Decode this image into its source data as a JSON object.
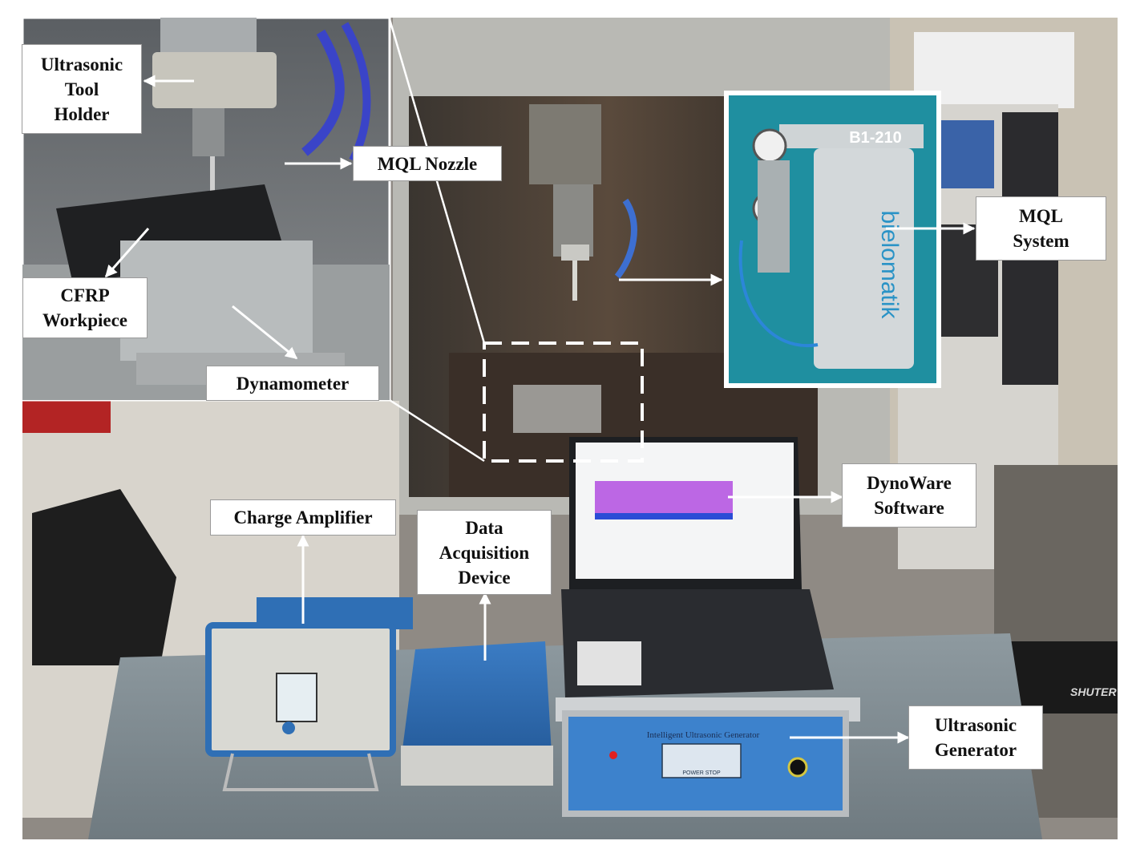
{
  "labels": {
    "ultrasonic_tool_holder": [
      "Ultrasonic",
      "Tool",
      "Holder"
    ],
    "mql_nozzle": [
      "MQL Nozzle"
    ],
    "cfrp_workpiece": [
      "CFRP",
      "Workpiece"
    ],
    "dynamometer": [
      "Dynamometer"
    ],
    "mql_system": [
      "MQL",
      "System"
    ],
    "dynoware_software": [
      "DynoWare",
      "Software"
    ],
    "charge_amplifier": [
      "Charge Amplifier"
    ],
    "data_acquisition_device": [
      "Data",
      "Acquisition",
      "Device"
    ],
    "ultrasonic_generator": [
      "Ultrasonic",
      "Generator"
    ]
  },
  "photo_text": {
    "mql_unit_model": "B1-210",
    "mql_brand": "bielomatik",
    "generator_panel_title": "Intelligent Ultrasonic Generator",
    "generator_screen_line": "POWER STOP",
    "floor_brand": "SHUTER"
  },
  "colors": {
    "label_border": "#9a9a9a",
    "arrow": "#ffffff",
    "mql_frame": "#2aa6ad",
    "equipment_blue": "#2f6fb5",
    "signal_purple": "#b14ee0"
  }
}
